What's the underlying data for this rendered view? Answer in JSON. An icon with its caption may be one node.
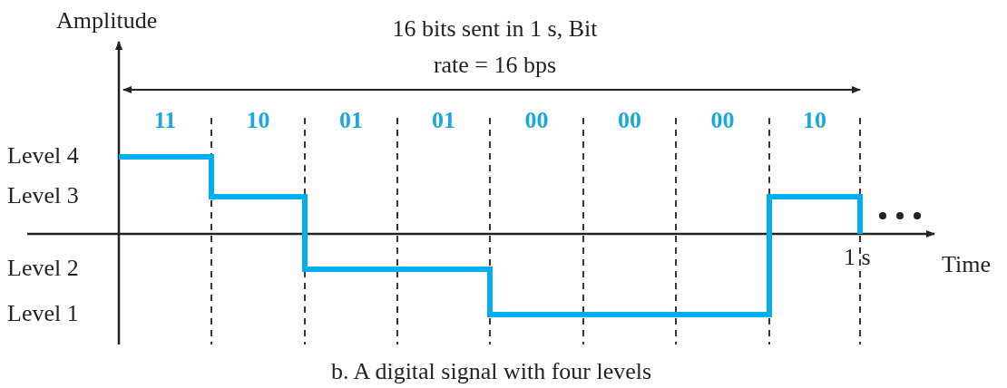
{
  "diagram": {
    "caption": "b. A digital signal with four levels",
    "labels": [
      "Amplitude",
      "16 bits sent in 1 s, Bit rate = 16 bps",
      "11",
      "10",
      "01",
      "01",
      "00",
      "00",
      "00",
      "10",
      "Level 4",
      "Level 3",
      "Level 2",
      "Level 1",
      "1 s",
      "Time"
    ]
  }
}
